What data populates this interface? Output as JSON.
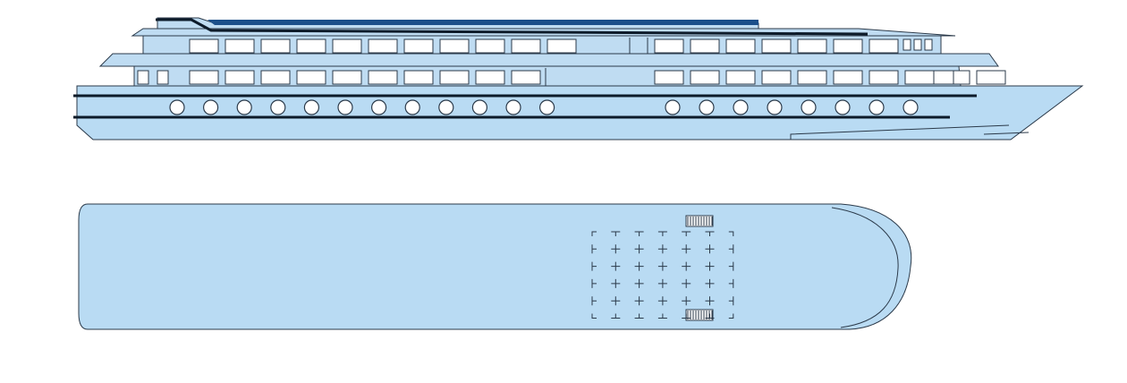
{
  "colors": {
    "hull": "#b9dbf3",
    "deck": "#bfdcf2",
    "line": "#2b3a4a",
    "stripe": "#0d1b2a",
    "accent": "#1b4f8a"
  },
  "profile": {
    "upper_deck_windows": 18,
    "middle_deck_windows": 22,
    "portholes": 20
  },
  "plan": {
    "deck_grid": {
      "rows": 4,
      "cols": 7
    },
    "stair_count": 2
  }
}
